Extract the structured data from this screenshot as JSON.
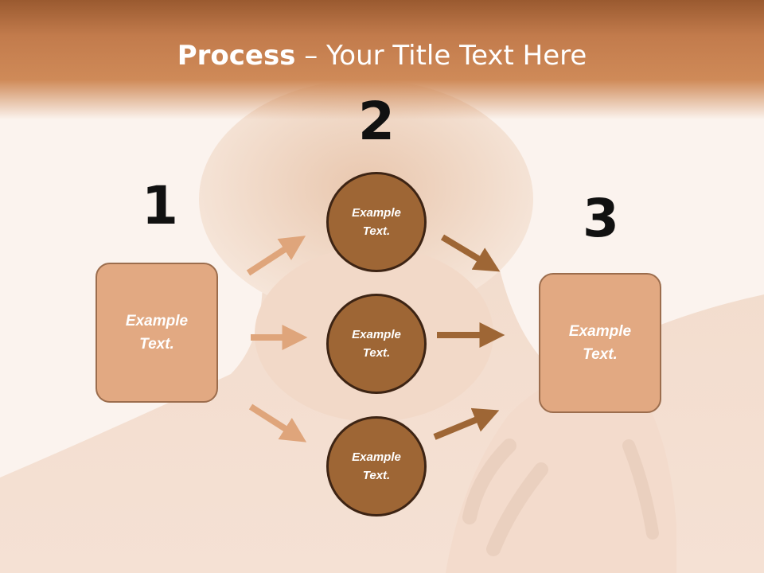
{
  "title": {
    "bold": "Process",
    "rest": " – Your Title Text Here"
  },
  "steps": [
    {
      "number": "1",
      "label": "Example Text."
    },
    {
      "number": "2",
      "label": "Example Text."
    },
    {
      "number": "3",
      "label": "Example Text."
    }
  ],
  "middle_circles": [
    {
      "label": "Example Text."
    },
    {
      "label": "Example Text."
    },
    {
      "label": "Example Text."
    }
  ],
  "colors": {
    "title_bar": "#c27b4c",
    "box_fill": "#e2a982",
    "circle_fill": "#9e6635",
    "arrow_light": "#dfa57b",
    "arrow_dark": "#9e6635"
  }
}
